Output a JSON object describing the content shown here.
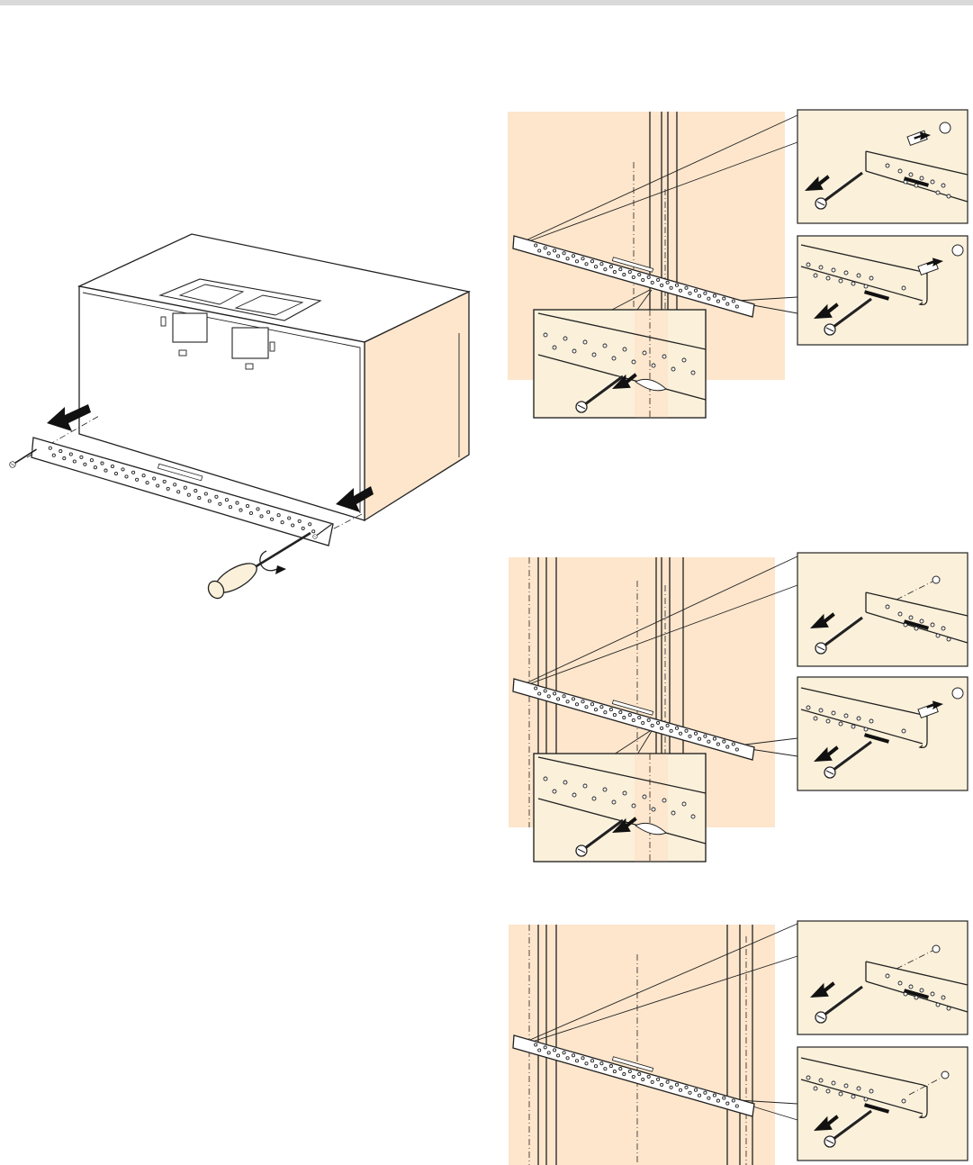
{
  "colors": {
    "wall_fill": "#fde6cc",
    "detail_fill": "#fbf0da",
    "line": "#222222",
    "header_bar": "#d9d9d9"
  },
  "figures": [
    {
      "id": "remove-bracket",
      "icon": "unit-bracket-removal-illustration"
    },
    {
      "id": "mount-option-a",
      "icon": "wall-mount-anchors-illustration"
    },
    {
      "id": "mount-option-b",
      "icon": "wall-mount-mixed-illustration"
    },
    {
      "id": "mount-option-c",
      "icon": "wall-mount-screws-illustration"
    }
  ]
}
